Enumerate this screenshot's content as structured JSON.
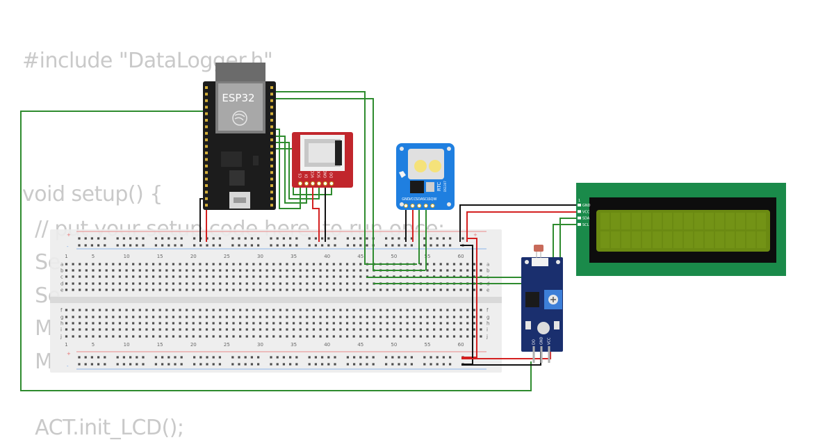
{
  "code": {
    "lines": [
      "#include \"DataLogger.h\"",
      "void setup() {",
      "  // put your setup code here, to run once:",
      "  Se",
      "  Se",
      "  M",
      "  M",
      "  ACT.init_LCD();"
    ]
  },
  "esp32": {
    "label": "ESP32"
  },
  "sdcard": {
    "pins": [
      "CS",
      "DI",
      "VCC",
      "SCK",
      "GND",
      "DO"
    ]
  },
  "rtc": {
    "label": "RTC",
    "model": "DS1307",
    "pins": [
      "GND",
      "VCC",
      "SDA",
      "SCL",
      "SQW"
    ]
  },
  "lcd": {
    "index": "1",
    "pins": [
      "GND",
      "VCC",
      "SDA",
      "SCL"
    ]
  },
  "breadboard": {
    "columns": [
      "1",
      "5",
      "10",
      "15",
      "20",
      "25",
      "30",
      "35",
      "40",
      "45",
      "50",
      "55",
      "60"
    ],
    "rows_top": [
      "a",
      "b",
      "c",
      "d",
      "e"
    ],
    "rows_bottom": [
      "f",
      "g",
      "h",
      "i",
      "j"
    ],
    "plus": "+",
    "minus": "-"
  },
  "sensor": {
    "pins": [
      "DO",
      "GND",
      "VCC"
    ]
  },
  "colors": {
    "wire_green": "#2e8b2e",
    "wire_red": "#d42020",
    "wire_black": "#111111",
    "lcd_pcb": "#1a8a4a",
    "lcd_screen": "#6b8a12",
    "sd_board": "#c1262c",
    "rtc_board": "#1f7fe0",
    "sensor_board": "#1a2f6e",
    "esp_board": "#1c1c1c"
  }
}
